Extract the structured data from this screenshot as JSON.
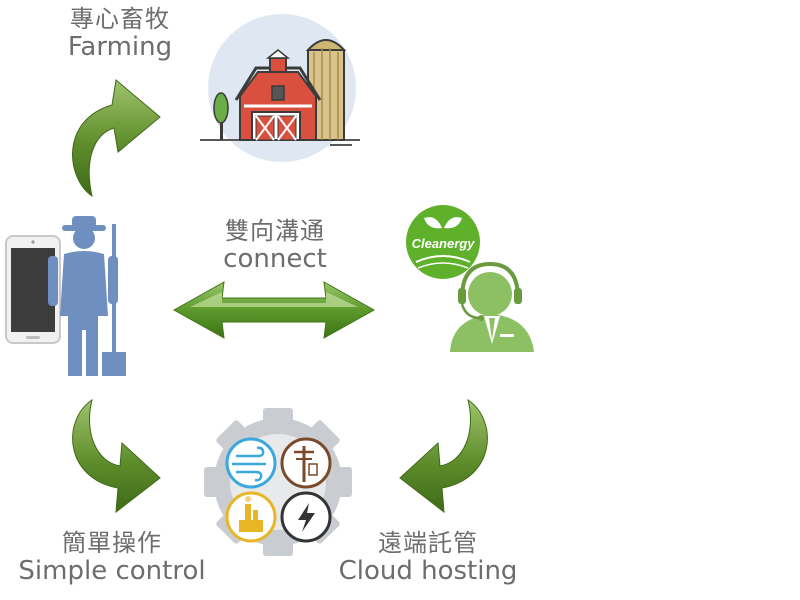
{
  "labels": {
    "farming": {
      "zh": "專心畜牧",
      "en": "Farming"
    },
    "connect": {
      "zh": "雙向溝通",
      "en": "connect"
    },
    "simple": {
      "zh": "簡單操作",
      "en": "Simple control"
    },
    "cloud": {
      "zh": "遠端託管",
      "en": "Cloud hosting"
    }
  },
  "badge": {
    "text": "Cleanergy"
  },
  "colors": {
    "arrow_green": "#5e8a2c",
    "arrow_light": "#a9c97c",
    "farmer_blue": "#6f8fc0",
    "agent_green": "#8cc063",
    "gear_gray": "#c9cdd1",
    "barn_red": "#d9503f",
    "label_gray": "#6d6d6d"
  },
  "icons": {
    "gear": [
      "wind-icon",
      "power-pole-icon",
      "factory-icon",
      "lightning-icon"
    ]
  }
}
